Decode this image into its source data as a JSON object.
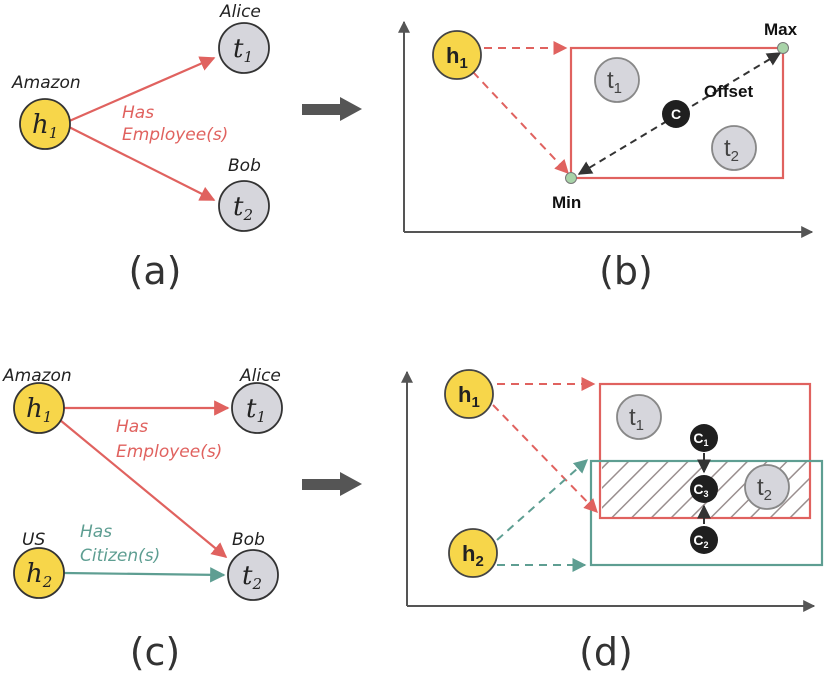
{
  "panel_a": {
    "caption": "(a)",
    "head": {
      "entity": "Amazon",
      "symbol": "h",
      "sub": "1"
    },
    "tails": [
      {
        "entity": "Alice",
        "symbol": "t",
        "sub": "1"
      },
      {
        "entity": "Bob",
        "symbol": "t",
        "sub": "2"
      }
    ],
    "relation": [
      "Has",
      "Employee(s)"
    ]
  },
  "panel_b": {
    "caption": "(b)",
    "head": {
      "symbol": "h",
      "sub": "1"
    },
    "tails": [
      {
        "symbol": "t",
        "sub": "1"
      },
      {
        "symbol": "t",
        "sub": "2"
      }
    ],
    "center": "C",
    "max_label": "Max",
    "min_label": "Min",
    "offset_label": "Offset"
  },
  "panel_c": {
    "caption": "(c)",
    "heads": [
      {
        "entity": "Amazon",
        "symbol": "h",
        "sub": "1"
      },
      {
        "entity": "US",
        "symbol": "h",
        "sub": "2"
      }
    ],
    "tails": [
      {
        "entity": "Alice",
        "symbol": "t",
        "sub": "1"
      },
      {
        "entity": "Bob",
        "symbol": "t",
        "sub": "2"
      }
    ],
    "relation_employee": [
      "Has",
      "Employee(s)"
    ],
    "relation_citizen": [
      "Has",
      "Citizen(s)"
    ]
  },
  "panel_d": {
    "caption": "(d)",
    "heads": [
      {
        "symbol": "h",
        "sub": "1"
      },
      {
        "symbol": "h",
        "sub": "2"
      }
    ],
    "tails": [
      {
        "symbol": "t",
        "sub": "1"
      },
      {
        "symbol": "t",
        "sub": "2"
      }
    ],
    "centers": [
      {
        "symbol": "C",
        "sub": "1"
      },
      {
        "symbol": "C",
        "sub": "3"
      },
      {
        "symbol": "C",
        "sub": "2"
      }
    ]
  },
  "colors": {
    "head_fill": "#f7d64a",
    "tail_fill": "#d6d6dc",
    "relation_red": "#e0625f",
    "relation_teal": "#5e9e92",
    "center_fill": "#1f1f1f",
    "arrow_gray": "#555555"
  }
}
